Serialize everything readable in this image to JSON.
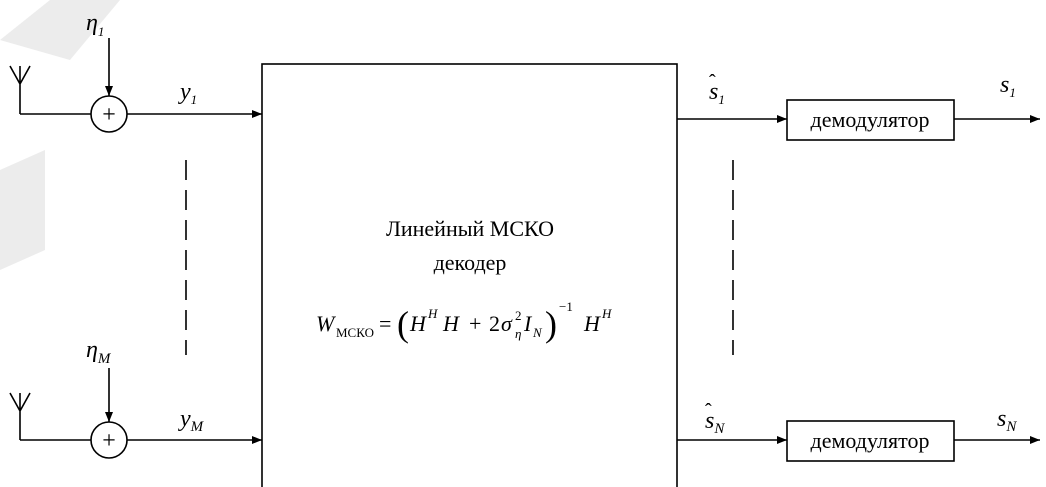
{
  "decoder": {
    "title_line1": "Линейный МСКО",
    "title_line2": "декодер",
    "formula": {
      "lhs_symbol": "W",
      "lhs_subscript": "МСКО",
      "equals": "=",
      "open_paren": "(",
      "h1": "H",
      "h1_sup": "H",
      "h2": "H",
      "plus": "+",
      "coef": "2",
      "sigma": "σ",
      "sigma_sub": "η",
      "sigma_sup": "2",
      "identity": "I",
      "identity_sub": "N",
      "close_paren": ")",
      "inverse_sup": "−1",
      "h3": "H",
      "h3_sup": "H"
    }
  },
  "inputs": [
    {
      "noise_symbol": "η",
      "noise_sub": "1",
      "signal_symbol": "y",
      "signal_sub": "1",
      "adder_label": "+"
    },
    {
      "noise_symbol": "η",
      "noise_sub": "M",
      "signal_symbol": "y",
      "signal_sub": "M",
      "adder_label": "+"
    }
  ],
  "outputs": [
    {
      "estimate_symbol": "s",
      "estimate_sub": "1",
      "hat": "ˆ",
      "demod_label": "демодулятор",
      "out_symbol": "s",
      "out_sub": "1"
    },
    {
      "estimate_symbol": "s",
      "estimate_sub": "N",
      "hat": "ˆ",
      "demod_label": "демодулятор",
      "out_symbol": "s",
      "out_sub": "N"
    }
  ]
}
